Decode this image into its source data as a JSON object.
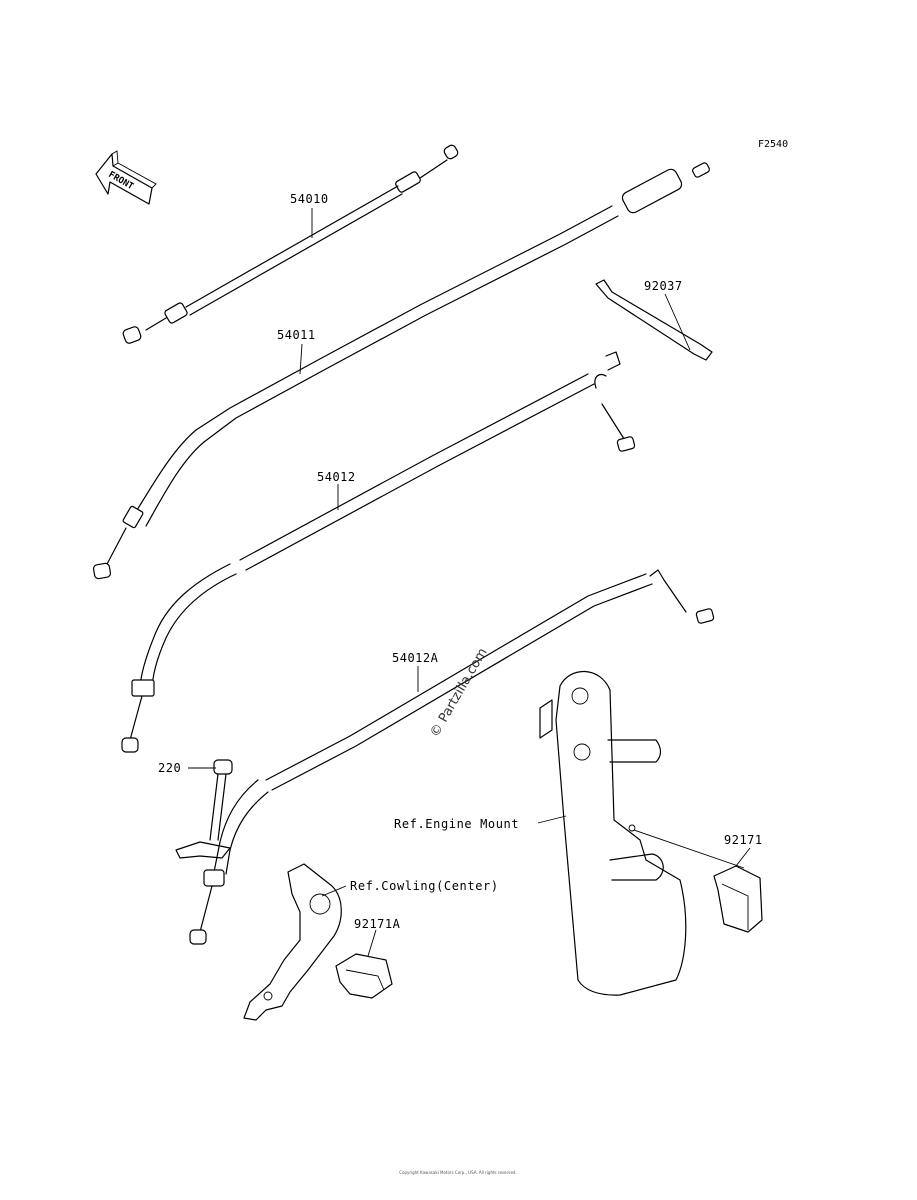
{
  "diagram_code": "F2540",
  "front_arrow": {
    "label": "FRONT",
    "icon": "front-arrow-icon"
  },
  "watermark": "© Partzilla.com",
  "copyright": "Copyright Kawasaki Motors Corp., USA. All rights reserved.",
  "parts": [
    {
      "number": "54010"
    },
    {
      "number": "54011"
    },
    {
      "number": "92037"
    },
    {
      "number": "54012"
    },
    {
      "number": "54012A"
    },
    {
      "number": "220"
    },
    {
      "number": "92171"
    },
    {
      "number": "92171A"
    }
  ],
  "references": [
    {
      "text": "Ref.Engine Mount"
    },
    {
      "text": "Ref.Cowling(Center)"
    }
  ]
}
